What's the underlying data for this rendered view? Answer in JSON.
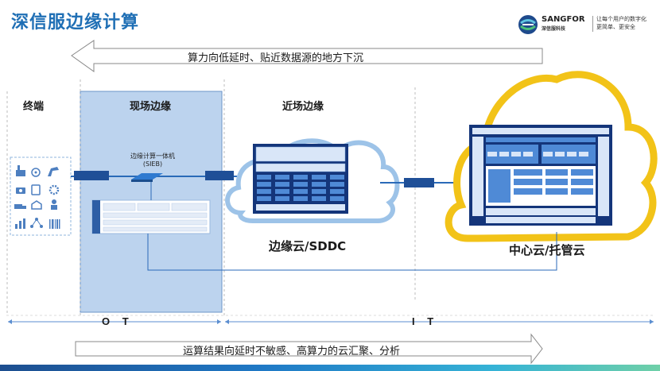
{
  "title": "深信服边缘计算",
  "logo": {
    "brand": "SANGFOR",
    "brand_cn": "深信服科技",
    "slogan_line1": "让每个用户的数字化",
    "slogan_line2": "更简单、更安全"
  },
  "top_arrow": {
    "text": "算力向低延时、贴近数据源的地方下沉"
  },
  "bottom_arrow": {
    "text": "运算结果向延时不敏感、高算力的云汇聚、分析"
  },
  "zones": {
    "terminal": "终端",
    "onsite_edge": "现场边缘",
    "near_edge": "近场边缘"
  },
  "sieb": {
    "line1": "边缘计算一体机",
    "line2": "(SIEB)"
  },
  "edge_cloud_label": "边缘云/SDDC",
  "center_cloud_label": "中心云/托管云",
  "ot_label": "O T",
  "it_label": "I T",
  "colors": {
    "title": "#1f6fb5",
    "onsite_panel": "#bcd3ee",
    "cloud_outline": "#9dc3e8",
    "center_cloud_outline": "#f2c318",
    "dark_panel": "#14357a",
    "link": "#2a6ab8"
  },
  "icons": [
    "factory-icon",
    "sensor-icon",
    "robot-arm-icon",
    "camera-icon",
    "device-icon",
    "gear-icon",
    "truck-icon",
    "warehouse-icon",
    "worker-icon",
    "chart-icon",
    "network-icon",
    "barcode-icon"
  ]
}
